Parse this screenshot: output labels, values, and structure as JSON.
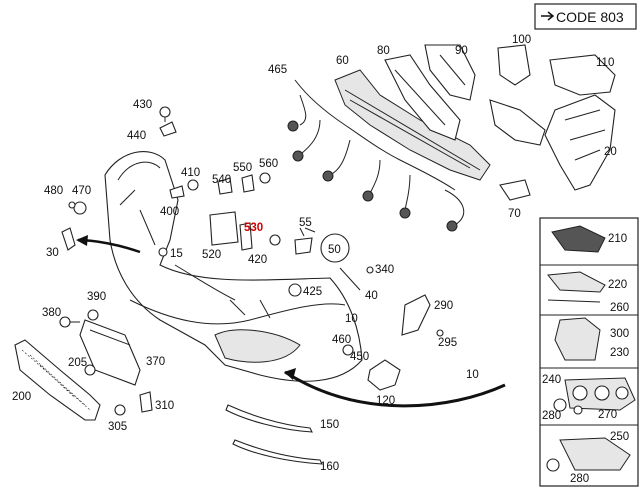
{
  "code_label": "CODE 803",
  "callouts": {
    "p10": "10",
    "p15": "15",
    "p20": "20",
    "p30": "30",
    "p40": "40",
    "p50": "50",
    "p55": "55",
    "p60": "60",
    "p70": "70",
    "p80": "80",
    "p90": "90",
    "p100": "100",
    "p110": "110",
    "p120": "120",
    "p150": "150",
    "p160": "160",
    "p200": "200",
    "p205": "205",
    "p210": "210",
    "p220": "220",
    "p230": "230",
    "p240": "240",
    "p250": "250",
    "p260": "260",
    "p270": "270",
    "p280a": "280",
    "p280b": "280",
    "p290": "290",
    "p295": "295",
    "p300": "300",
    "p305": "305",
    "p310": "310",
    "p340": "340",
    "p370": "370",
    "p380": "380",
    "p390": "390",
    "p400": "400",
    "p410": "410",
    "p420": "420",
    "p425": "425",
    "p430": "430",
    "p440": "440",
    "p450": "450",
    "p460": "460",
    "p465": "465",
    "p470": "470",
    "p480": "480",
    "p520": "520",
    "p530": "530",
    "p540": "540",
    "p550": "550",
    "p560": "560"
  },
  "highlighted_part": "530",
  "colors": {
    "highlight": "#d40000",
    "line": "#222222"
  }
}
